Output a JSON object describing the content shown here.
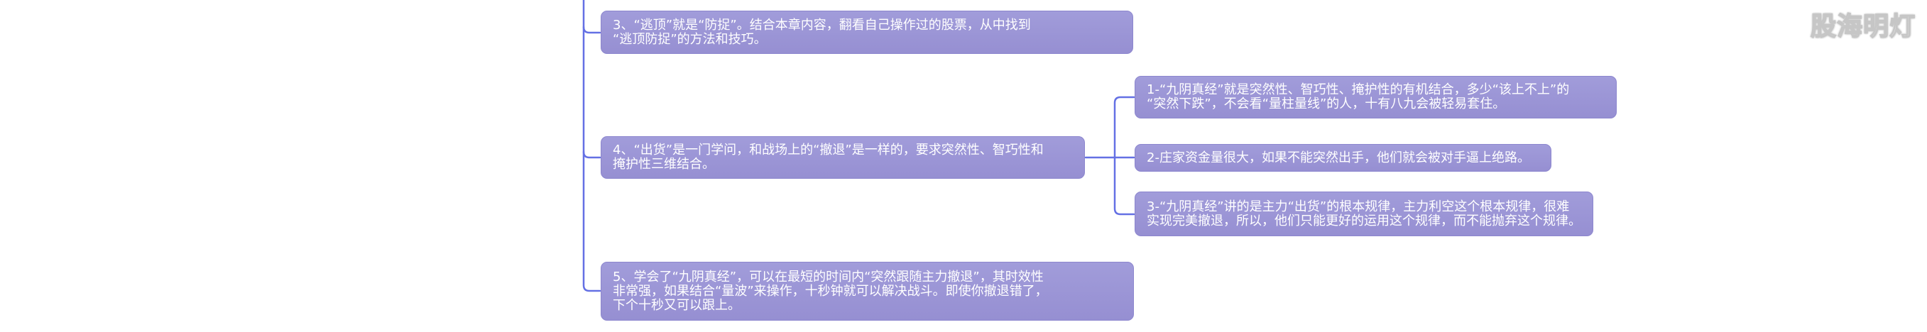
{
  "page": {
    "background": "#ffffff",
    "watermark_text": "股海明灯"
  },
  "colors": {
    "node_fill": "#9a95d5",
    "node_border": "#8c86ce",
    "node_text": "#ffffff",
    "connector": "#6470e4",
    "watermark_outline": "#c6c6c6"
  },
  "mindmap": {
    "nodes": {
      "n3": {
        "text": "3、“逃顶”就是“防捉”。结合本章内容，翻看自己操作过的股票，从中找到\n“逃顶防捉”的方法和技巧。"
      },
      "n4": {
        "text": "4、“出货”是一门学问，和战场上的“撤退”是一样的，要求突然性、智巧性和\n掩护性三维结合。"
      },
      "n5": {
        "text": "5、学会了“九阴真经”，可以在最短的时间内“突然跟随主力撤退”，其时效性\n非常强，如果结合“量波”来操作，十秒钟就可以解决战斗。即使你撤退错了，\n下个十秒又可以跟上。"
      },
      "c1": {
        "text": "1-“九阴真经”就是突然性、智巧性、掩护性的有机结合，多少“该上不上”的\n“突然下跌”，不会看“量柱量线”的人，十有八九会被轻易套住。"
      },
      "c2": {
        "text": "2-庄家资金量很大，如果不能突然出手，他们就会被对手逼上绝路。"
      },
      "c3": {
        "text": "3-“九阴真经”讲的是主力“出货”的根本规律，主力利空这个根本规律，很难\n实现完美撤退，所以，他们只能更好的运用这个规律，而不能抛弃这个规律。"
      }
    }
  }
}
